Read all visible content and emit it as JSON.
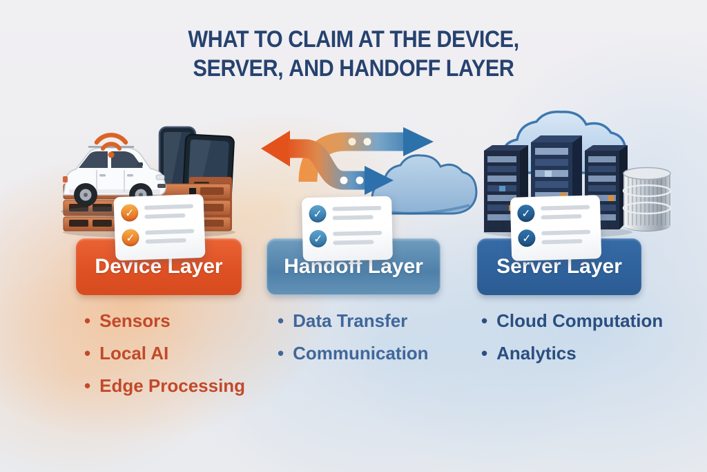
{
  "ui": {
    "bullet_glyph": "•",
    "check_glyph": "✓"
  },
  "title": {
    "line1": "WHAT TO CLAIM AT THE DEVICE,",
    "line2_emphasis": "SERVER,",
    "line2_rest": "AND HANDOFF LAYER",
    "color": "#26426f"
  },
  "columns": [
    {
      "key": "device",
      "header_label": "Device Layer",
      "accent_color": "#dd5124",
      "bullet_color": "#c2492a",
      "check_color": "#e8721f",
      "bullets": [
        "Sensors",
        "Local AI",
        "Edge Processing"
      ],
      "illustration": "connected-car-with-wifi-smartphone-tablet-and-edge-server-racks"
    },
    {
      "key": "handoff",
      "header_label": "Handoff Layer",
      "accent_color": "#4e80a9",
      "bullet_color": "#40679a",
      "check_color": "#3a7eb2",
      "bullets": [
        "Data Transfer",
        "Communication"
      ],
      "illustration": "bidirectional-orange-to-blue-arrows-into-cloud"
    },
    {
      "key": "server",
      "header_label": "Server Layer",
      "accent_color": "#2d61a0",
      "bullet_color": "#2b4e80",
      "check_color": "#1f4e80",
      "bullets": [
        "Cloud Computation",
        "Analytics"
      ],
      "illustration": "cloud-over-server-racks-with-database-cylinder"
    }
  ]
}
